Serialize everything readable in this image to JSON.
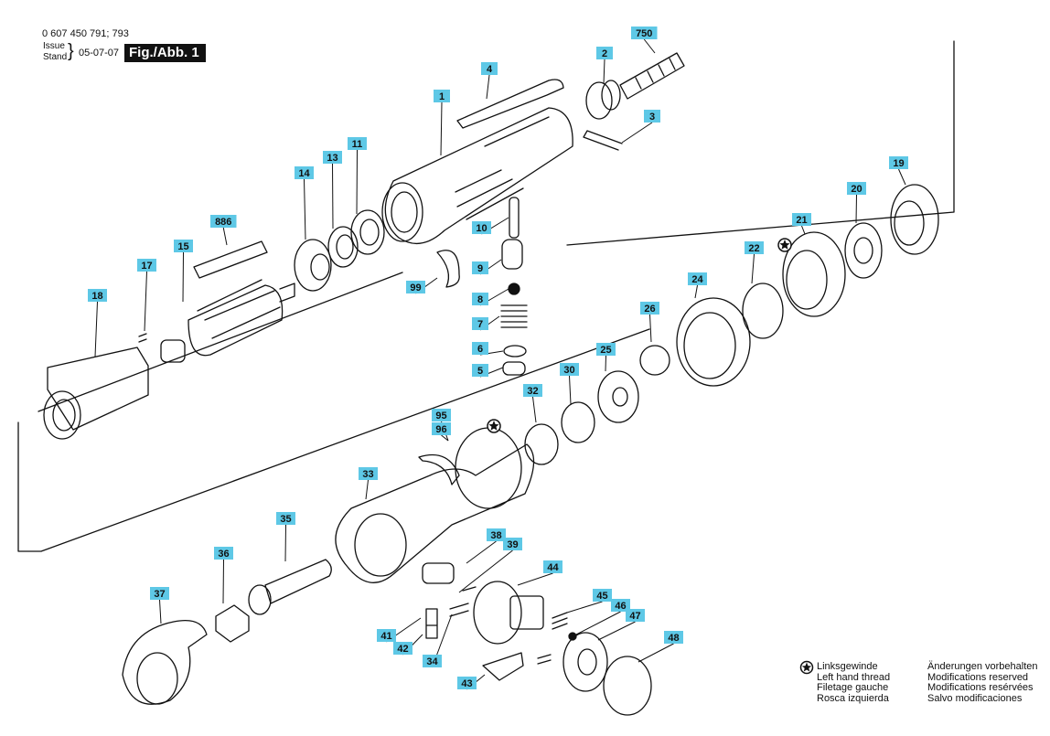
{
  "header": {
    "part_number": "0 607 450 791; 793",
    "issue_label": "Issue",
    "stand_label": "Stand",
    "date": "05-07-07",
    "figure": "Fig./Abb. 1"
  },
  "legend": {
    "left_lines": [
      "Linksgewinde",
      "Left hand thread",
      "Filetage gauche",
      "Rosca izquierda"
    ],
    "right_lines": [
      "Änderungen vorbehalten",
      "Modifications reserved",
      "Modifications resérvées",
      "Salvo modificaciones"
    ]
  },
  "colors": {
    "label_fill": "#5ec8e6",
    "ink": "#111111"
  },
  "callouts": [
    {
      "id": "c750",
      "text": "750"
    },
    {
      "id": "c2",
      "text": "2"
    },
    {
      "id": "c4",
      "text": "4"
    },
    {
      "id": "c3",
      "text": "3"
    },
    {
      "id": "c1",
      "text": "1"
    },
    {
      "id": "c11",
      "text": "11"
    },
    {
      "id": "c13",
      "text": "13"
    },
    {
      "id": "c14",
      "text": "14"
    },
    {
      "id": "c886",
      "text": "886"
    },
    {
      "id": "c15",
      "text": "15"
    },
    {
      "id": "c17",
      "text": "17"
    },
    {
      "id": "c18",
      "text": "18"
    },
    {
      "id": "c10",
      "text": "10"
    },
    {
      "id": "c9",
      "text": "9"
    },
    {
      "id": "c99",
      "text": "99"
    },
    {
      "id": "c8",
      "text": "8"
    },
    {
      "id": "c7",
      "text": "7"
    },
    {
      "id": "c6",
      "text": "6"
    },
    {
      "id": "c5",
      "text": "5"
    },
    {
      "id": "c19",
      "text": "19"
    },
    {
      "id": "c20",
      "text": "20"
    },
    {
      "id": "c21",
      "text": "21"
    },
    {
      "id": "c22",
      "text": "22"
    },
    {
      "id": "c24",
      "text": "24"
    },
    {
      "id": "c26",
      "text": "26"
    },
    {
      "id": "c25",
      "text": "25"
    },
    {
      "id": "c30",
      "text": "30"
    },
    {
      "id": "c32",
      "text": "32"
    },
    {
      "id": "c95",
      "text": "95"
    },
    {
      "id": "c96",
      "text": "96"
    },
    {
      "id": "c33",
      "text": "33"
    },
    {
      "id": "c35",
      "text": "35"
    },
    {
      "id": "c36",
      "text": "36"
    },
    {
      "id": "c37",
      "text": "37"
    },
    {
      "id": "c38",
      "text": "38"
    },
    {
      "id": "c39",
      "text": "39"
    },
    {
      "id": "c44",
      "text": "44"
    },
    {
      "id": "c45",
      "text": "45"
    },
    {
      "id": "c46",
      "text": "46"
    },
    {
      "id": "c47",
      "text": "47"
    },
    {
      "id": "c41",
      "text": "41"
    },
    {
      "id": "c42",
      "text": "42"
    },
    {
      "id": "c34",
      "text": "34"
    },
    {
      "id": "c43",
      "text": "43"
    },
    {
      "id": "c48",
      "text": "48"
    }
  ]
}
